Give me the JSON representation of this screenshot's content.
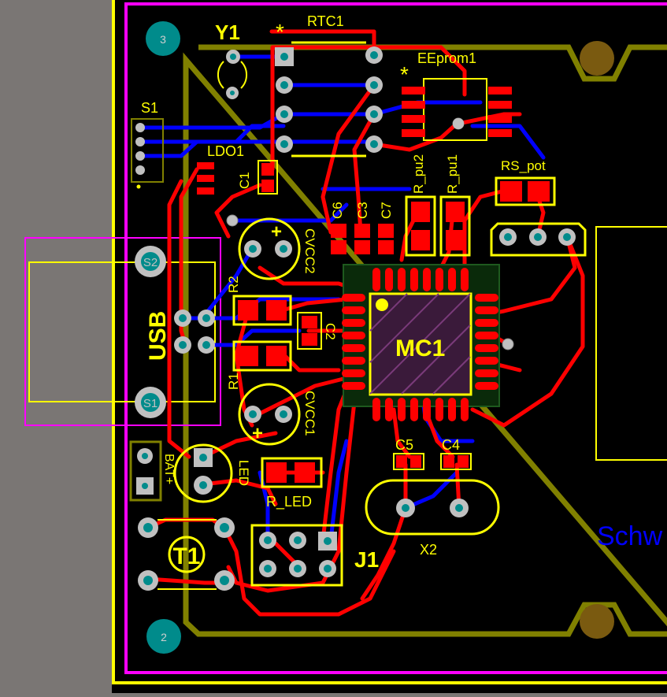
{
  "colors": {
    "background": "#000000",
    "outside": "#7a7674",
    "board_edge": "#ffff00",
    "keepout": "#ff00ff",
    "top_copper": "#ff0000",
    "bottom_copper": "#0000ff",
    "silkscreen": "#ffff00",
    "mech_outline": "#808000",
    "pad_fill": "#c0c0c0",
    "mount_hole": "#008b8b",
    "text_blue": "#0000ff"
  },
  "labels": {
    "y1": "Y1",
    "rtc1": "RTC1",
    "star1": "*",
    "star2": "*",
    "eeprom1": "EEprom1",
    "s1": "S1",
    "ldo1": "LDO1",
    "c1": "C1",
    "c6": "C6",
    "c3": "C3",
    "c7": "C7",
    "r_pu2": "R_pu2",
    "r_pu1": "R_pu1",
    "rs_pot": "RS_pot",
    "cvcc2": "CVCC2",
    "r2": "R2",
    "usb": "USB",
    "s2_pad": "S2",
    "s1_pad": "S1",
    "c2": "C2",
    "mc1": "MC1",
    "r1": "R1",
    "cvcc1": "CVCC1",
    "c5": "C5",
    "c4": "C4",
    "bat_plus": "BAT+",
    "led": "LED",
    "r_led": "R_LED",
    "x2": "X2",
    "t1": "T1",
    "j1": "J1",
    "hole3": "3",
    "hole2": "2",
    "schw": "Schw",
    "plus1": "+",
    "plus2": "+"
  }
}
